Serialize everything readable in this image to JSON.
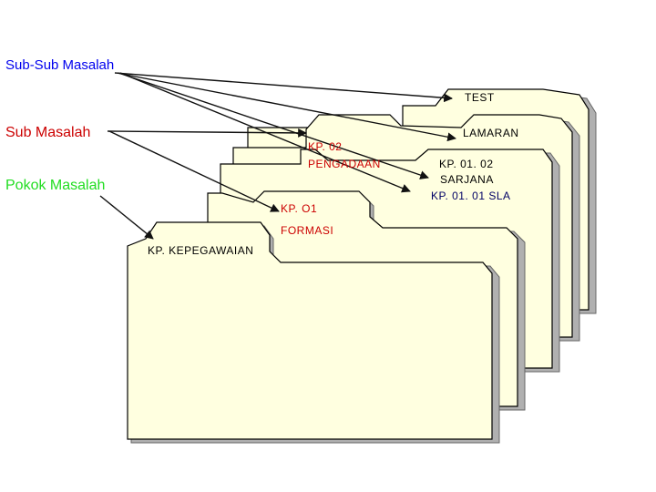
{
  "labels": {
    "sub_sub_masalah": "Sub-Sub Masalah",
    "sub_masalah": "Sub Masalah",
    "pokok_masalah": "Pokok Masalah"
  },
  "folders": {
    "kp_kepegawaian": "KP. KEPEGAWAIAN",
    "kp_o1": "KP. O1",
    "formasi": "FORMASI",
    "kp_02": "KP. 02",
    "pengadaan": "PENGADAAN",
    "test": "TEST",
    "lamaran": "LAMARAN",
    "kp_01_02": "KP. 01. 02",
    "sarjana": "SARJANA",
    "kp_01_01_sla": "KP. 01. 01 SLA"
  },
  "colors": {
    "folder_fill": "#ffffe0",
    "sub_sub_label": "#0000ee",
    "sub_label": "#cc0000",
    "pokok_label": "#22dd22"
  }
}
